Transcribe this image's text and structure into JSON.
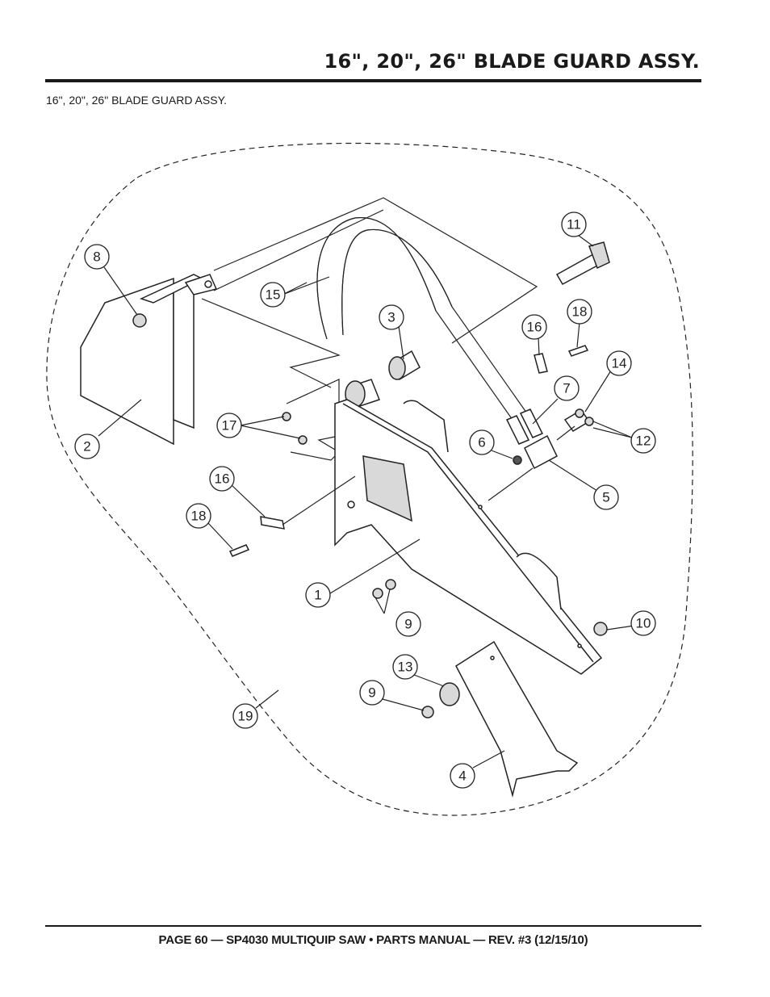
{
  "header": {
    "title": "16\", 20\", 26\" BLADE GUARD ASSY."
  },
  "subtitle": "16\", 20\", 26\" BLADE GUARD ASSY.",
  "diagram": {
    "callouts": [
      {
        "id": "c1",
        "label": "1"
      },
      {
        "id": "c2",
        "label": "2"
      },
      {
        "id": "c3",
        "label": "3"
      },
      {
        "id": "c4",
        "label": "4"
      },
      {
        "id": "c5",
        "label": "5"
      },
      {
        "id": "c6",
        "label": "6"
      },
      {
        "id": "c7",
        "label": "7"
      },
      {
        "id": "c8",
        "label": "8"
      },
      {
        "id": "c9a",
        "label": "9"
      },
      {
        "id": "c9b",
        "label": "9"
      },
      {
        "id": "c10",
        "label": "10"
      },
      {
        "id": "c11",
        "label": "11"
      },
      {
        "id": "c12",
        "label": "12"
      },
      {
        "id": "c13",
        "label": "13"
      },
      {
        "id": "c14",
        "label": "14"
      },
      {
        "id": "c15",
        "label": "15"
      },
      {
        "id": "c16a",
        "label": "16"
      },
      {
        "id": "c16b",
        "label": "16"
      },
      {
        "id": "c17",
        "label": "17"
      },
      {
        "id": "c18a",
        "label": "18"
      },
      {
        "id": "c18b",
        "label": "18"
      },
      {
        "id": "c19",
        "label": "19"
      }
    ]
  },
  "footer": {
    "text": "PAGE 60 — SP4030 MULTIQUIP SAW • PARTS MANUAL — REV. #3 (12/15/10)"
  }
}
